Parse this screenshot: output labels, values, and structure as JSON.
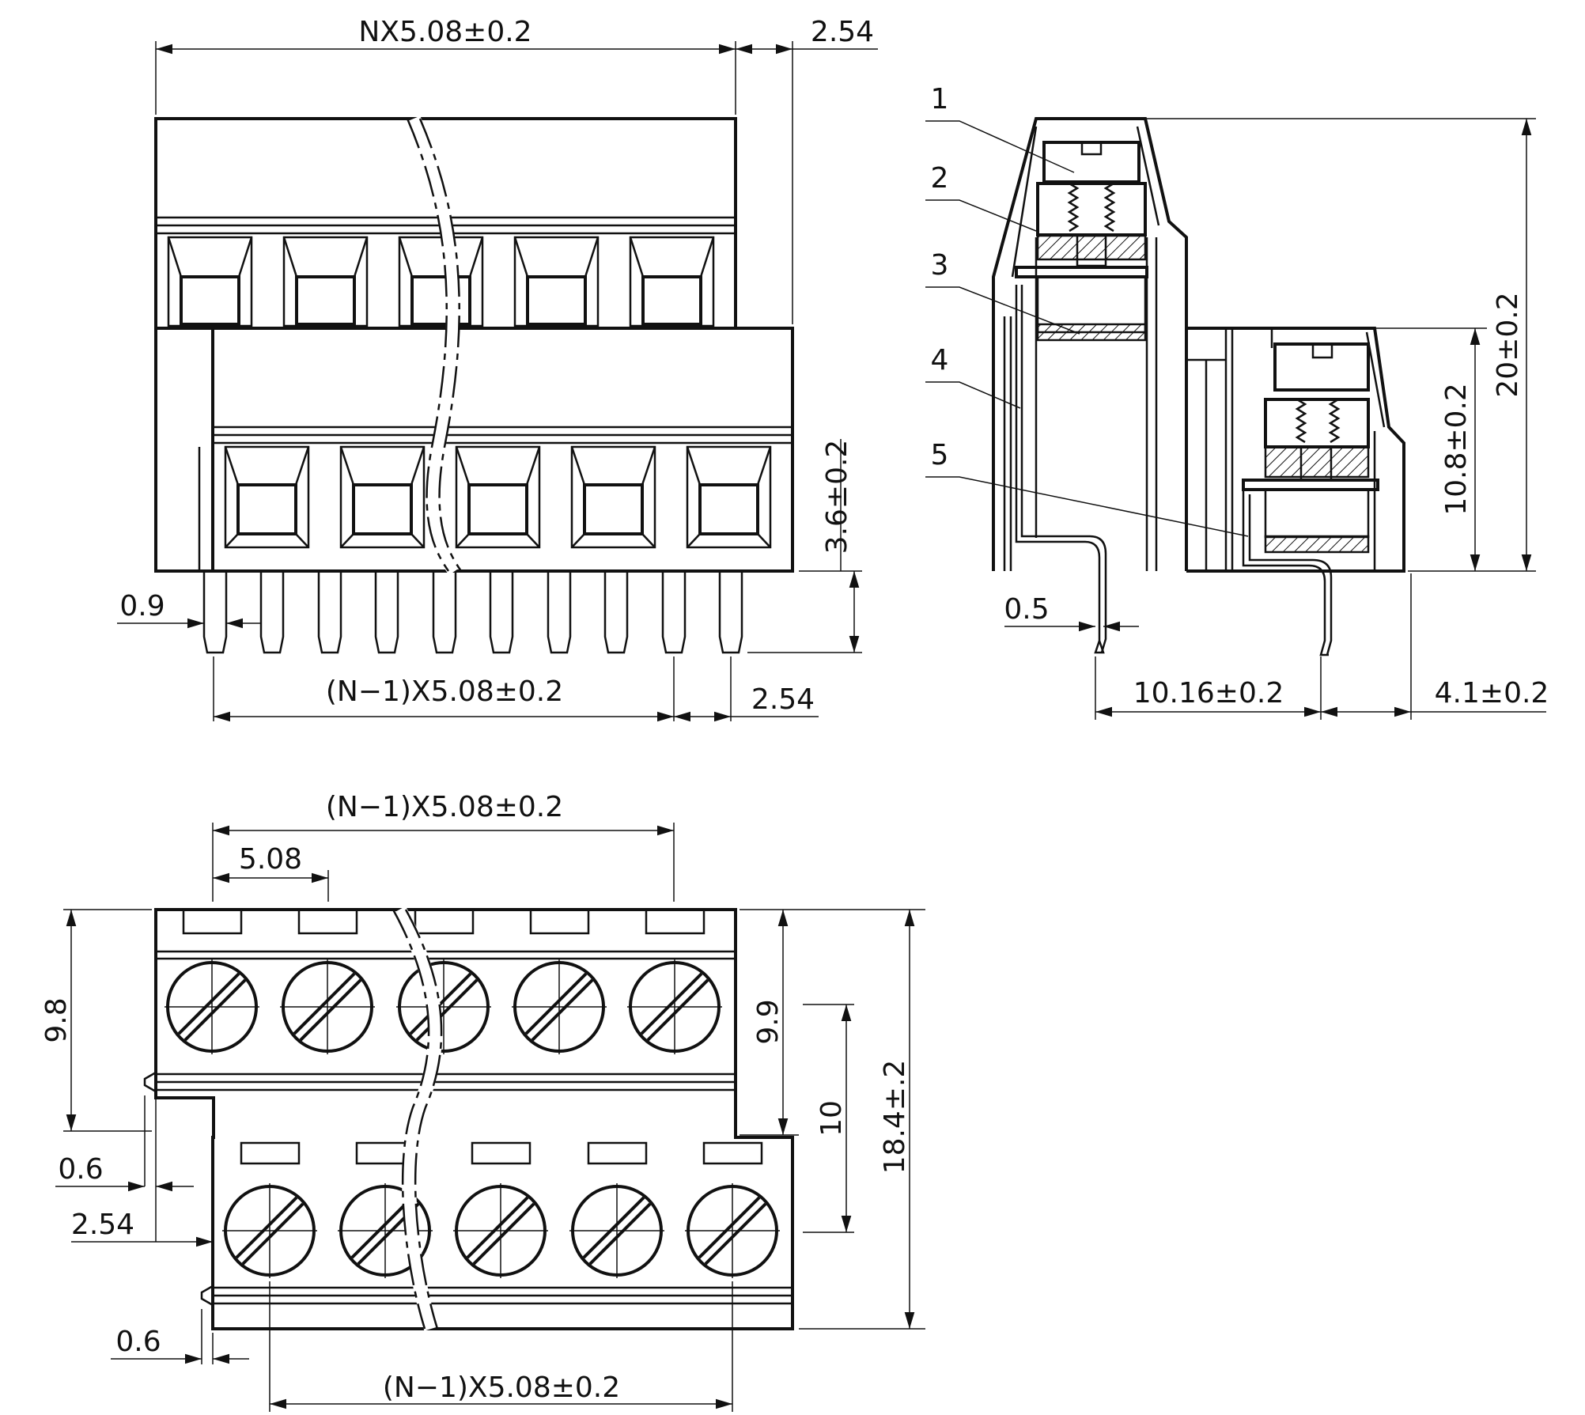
{
  "colors": {
    "line": "#111111",
    "background": "#ffffff",
    "hatch": "#111111"
  },
  "front_view": {
    "dim_top_pitch": "NX5.08±0.2",
    "dim_top_end": "2.54",
    "dim_pin_height": "3.6±0.2",
    "dim_pin_width": "0.9",
    "dim_bottom_pitch": "(N−1)X5.08±0.2",
    "dim_bottom_end": "2.54"
  },
  "side_view": {
    "callouts": [
      "1",
      "2",
      "3",
      "4",
      "5"
    ],
    "dim_total_height": "20±0.2",
    "dim_lower_height": "10.8±0.2",
    "dim_pin_thickness": "0.5",
    "dim_row_spacing": "10.16±0.2",
    "dim_offset": "4.1±0.2"
  },
  "top_view": {
    "dim_top_pitch": "(N−1)X5.08±0.2",
    "dim_pitch": "5.08",
    "dim_upper_depth": "9.8",
    "dim_upper_right": "9.9",
    "dim_row_distance": "10",
    "dim_total_depth": "18.4±.2",
    "dim_offset_a": "0.6",
    "dim_offset_b": "2.54",
    "dim_offset_c": "0.6",
    "dim_bottom_pitch": "(N−1)X5.08±0.2"
  }
}
